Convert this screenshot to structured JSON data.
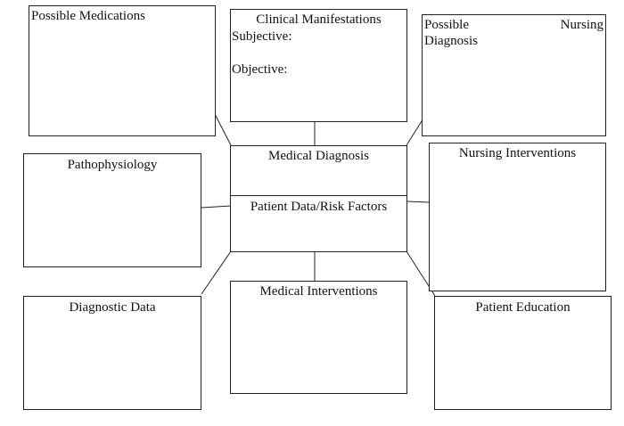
{
  "boxes": {
    "possible_medications": "Possible Medications",
    "clinical_manifestations": {
      "title": "Clinical Manifestations",
      "subjective": "Subjective:",
      "objective": "Objective:"
    },
    "possible_nursing_diagnosis": {
      "word1": "Possible",
      "word2": "Nursing",
      "word3": "Diagnosis"
    },
    "pathophysiology": "Pathophysiology",
    "medical_diagnosis": "Medical Diagnosis",
    "patient_data": "Patient Data/Risk Factors",
    "nursing_interventions": "Nursing Interventions",
    "diagnostic_data": "Diagnostic Data",
    "medical_interventions": "Medical Interventions",
    "patient_education": "Patient Education"
  }
}
